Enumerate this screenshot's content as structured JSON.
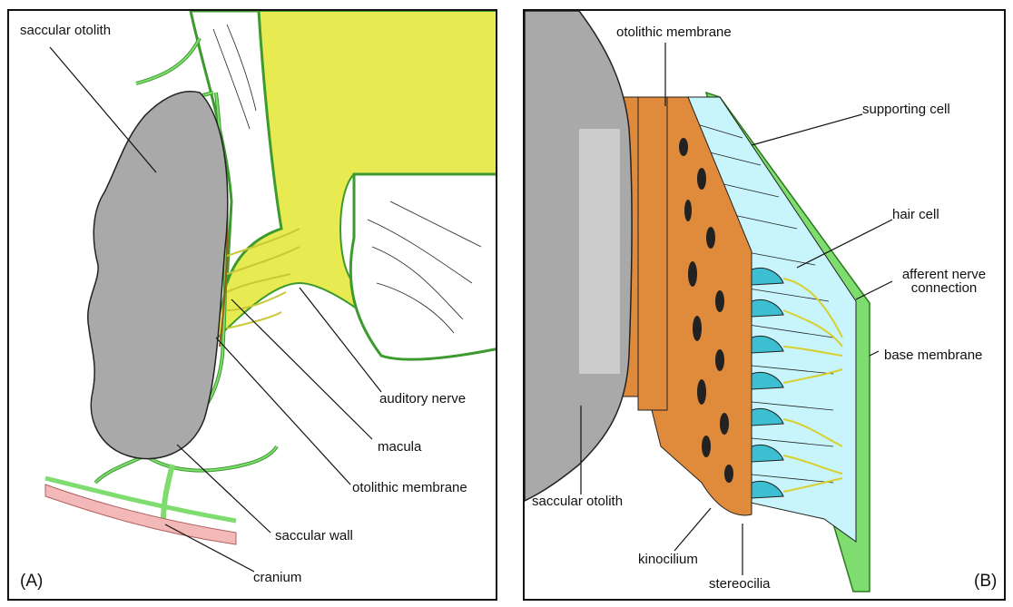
{
  "panel_a": {
    "letter": "(A)",
    "labels": {
      "saccular_otolith": "saccular otolith",
      "auditory_nerve": "auditory nerve",
      "macula": "macula",
      "otolithic_membrane": "otolithic membrane",
      "saccular_wall": "saccular wall",
      "cranium": "cranium"
    }
  },
  "panel_b": {
    "letter": "(B)",
    "labels": {
      "otolithic_membrane": "otolithic membrane",
      "supporting_cell": "supporting cell",
      "hair_cell": "hair cell",
      "afferent_nerve_line1": "afferent nerve",
      "afferent_nerve_line2": "connection",
      "base_membrane": "base membrane",
      "saccular_otolith": "saccular otolith",
      "kinocilium": "kinocilium",
      "stereocilia": "stereocilia"
    }
  },
  "colors": {
    "otolith": "#a9a9a9",
    "nerve": "#e8ea52",
    "wall": "#7fdc6e",
    "cranium": "#f3b8b8",
    "macula": "#bfefff",
    "membrane": "#e08a3c",
    "hair_cell": "#3cbfd0",
    "supporting_cell": "#c8f4fb"
  }
}
